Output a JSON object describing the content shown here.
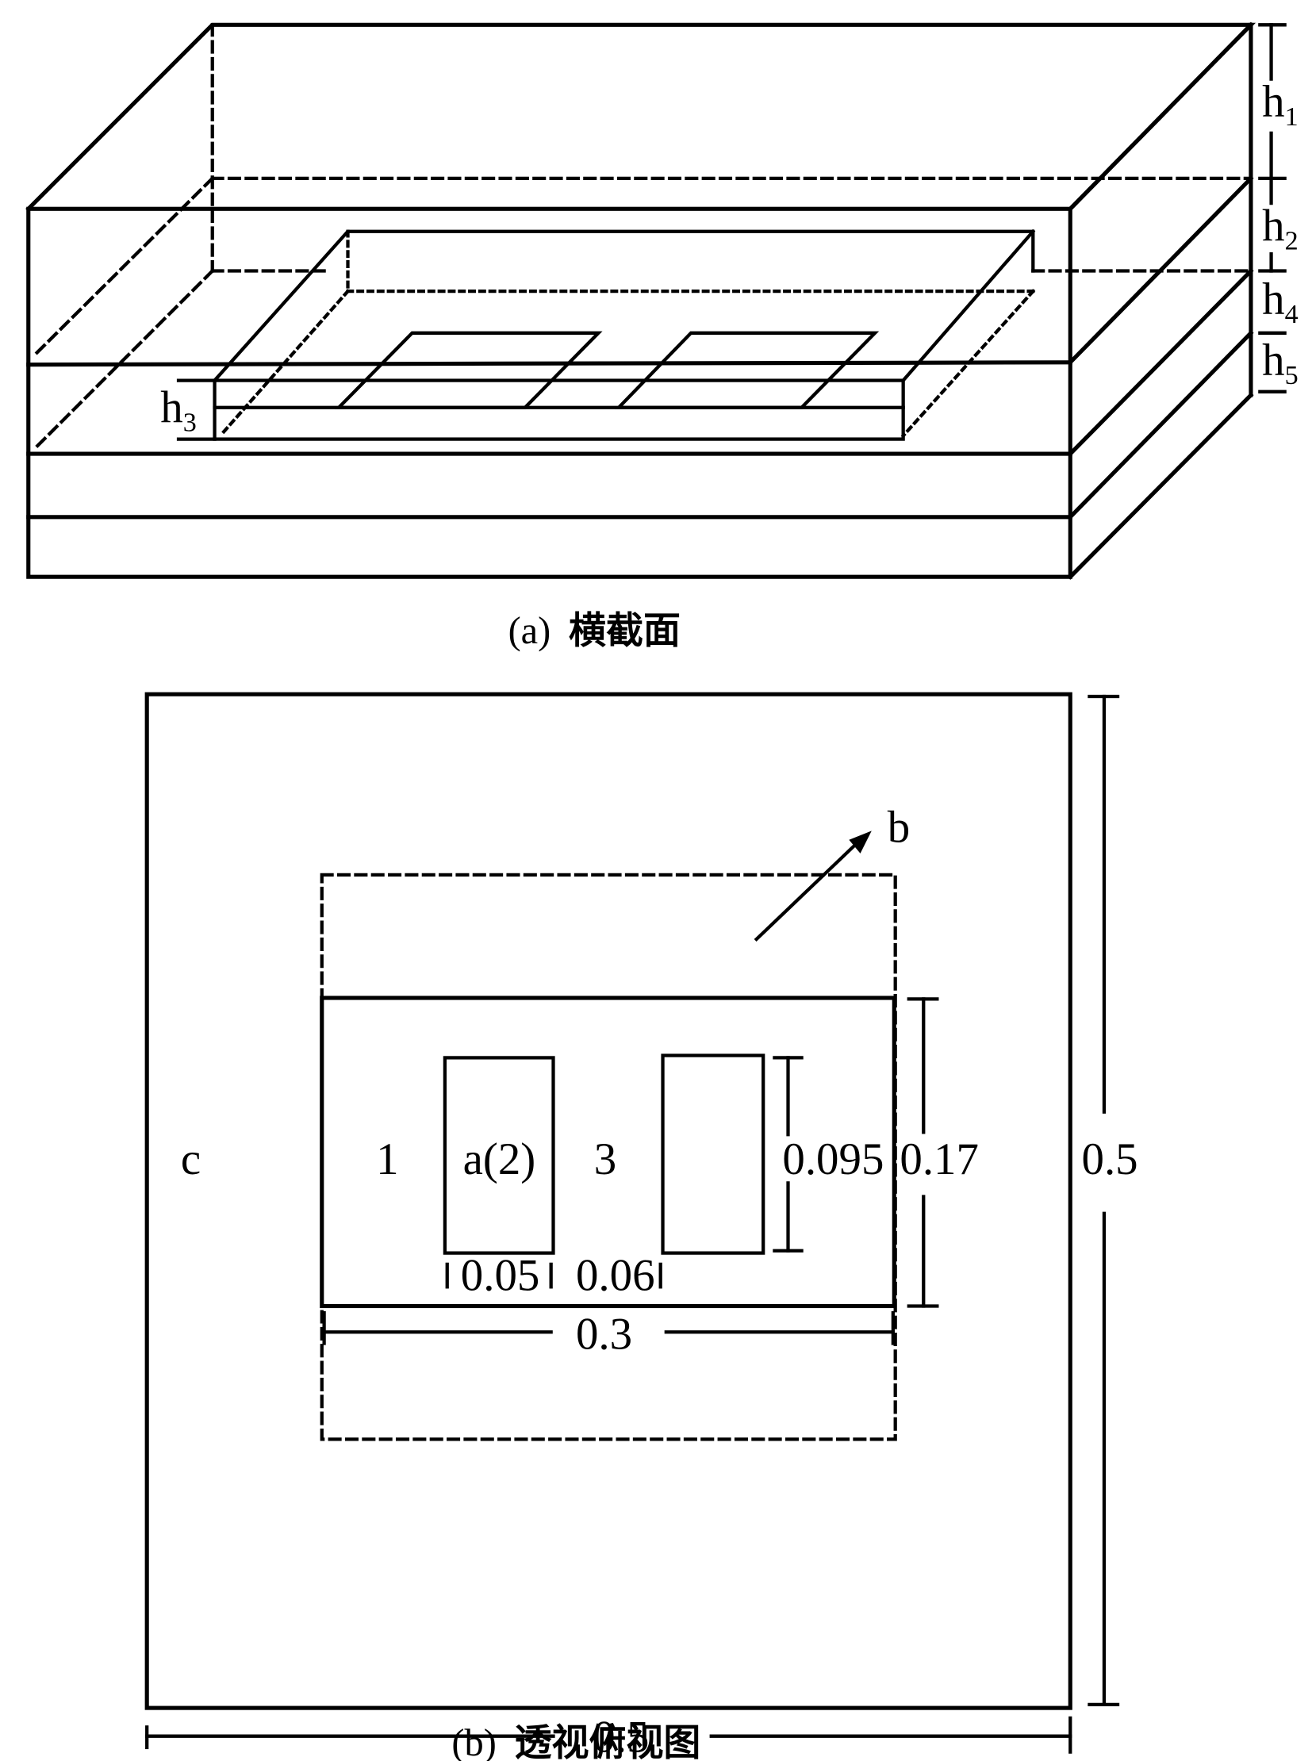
{
  "figure": {
    "part_a": {
      "caption_label": "(a)",
      "caption_text": "横截面",
      "height_labels": [
        {
          "base": "h",
          "sub": "1"
        },
        {
          "base": "h",
          "sub": "2"
        },
        {
          "base": "h",
          "sub": "3"
        },
        {
          "base": "h",
          "sub": "4"
        },
        {
          "base": "h",
          "sub": "5"
        }
      ]
    },
    "part_b": {
      "caption_label": "(b)",
      "caption_text": "透视俯视图",
      "region_labels": {
        "outer": "c",
        "region_1": "1",
        "region_a": "a(2)",
        "region_3": "3",
        "arrow_target": "b"
      },
      "dimensions": {
        "outer_width": "0.5",
        "outer_height": "0.5",
        "inner_width": "0.3",
        "inner_height": "0.17",
        "pad_height": "0.095",
        "pad_width": "0.05",
        "pad_gap": "0.06"
      }
    }
  }
}
